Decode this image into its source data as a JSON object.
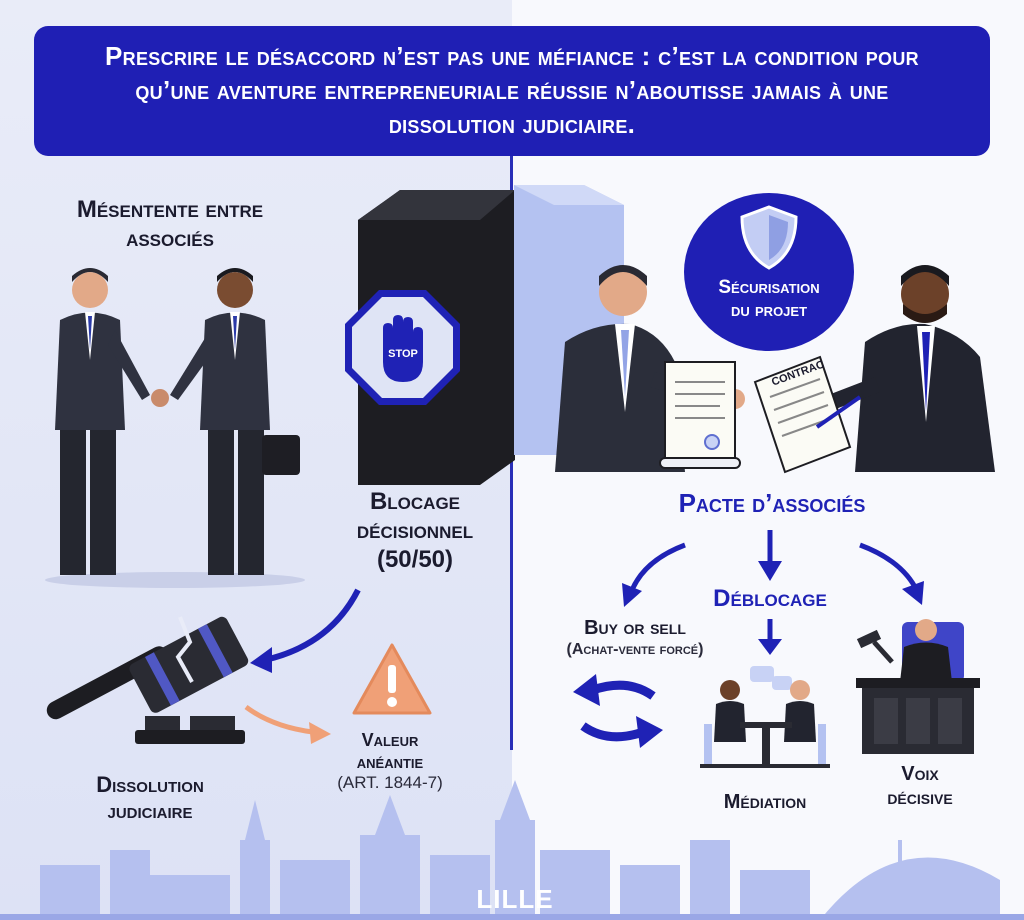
{
  "banner": {
    "text": "Prescrire le désaccord n’est pas une méfiance : c’est la condition pour qu’une aventure entrepreneuriale réussie n’aboutisse jamais à une dissolution judiciaire."
  },
  "left": {
    "mesentente": "Mésentente entre associés",
    "stop_sign": "STOP",
    "blocage_line1": "Blocage",
    "blocage_line2": "décisionnel",
    "blocage_line3": "(50/50)",
    "dissolution_line1": "Dissolution",
    "dissolution_line2": "judiciaire",
    "valeur_line1": "Valeur",
    "valeur_line2": "anéantie",
    "valeur_ref": "(ART. 1844-7)"
  },
  "right": {
    "securisation_line1": "Sécurisation",
    "securisation_line2": "du projet",
    "contract_text": "CONTRAC",
    "pacte": "Pacte d’associés",
    "deblocage": "Déblocage",
    "buy_sell": "Buy or sell",
    "buy_sell_sub": "(Achat-vente forcé)",
    "mediation": "Médiation",
    "voix_line1": "Voix",
    "voix_line2": "décisive"
  },
  "skyline": {
    "city": "LILLE"
  },
  "colors": {
    "banner": "#1f1fb4",
    "accent_blue": "#1f22b5",
    "orange": "#f0a077",
    "skyline": "#aab6ec"
  }
}
